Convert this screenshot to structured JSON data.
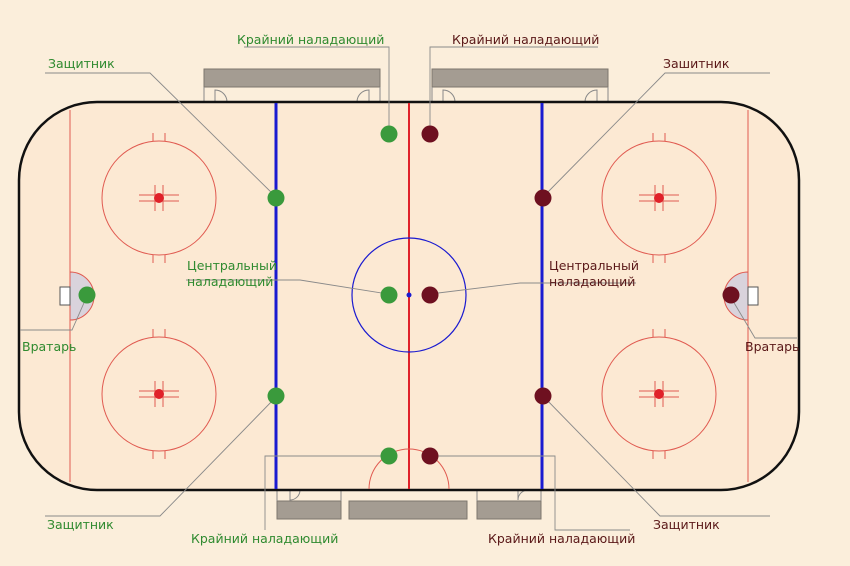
{
  "colors": {
    "background": "#fbeedb",
    "rink_fill": "#fce9d3",
    "board": "#111111",
    "blue_line": "#1a1ad0",
    "red_line": "#e0222a",
    "thin_red": "#e05a50",
    "center_circle": "#1a1ad0",
    "bench": "#a49c92",
    "team_home": "#3a9a3c",
    "team_away": "#6e1020",
    "label_home": "#2f8a2f",
    "label_away": "#5a1818",
    "leader": "#8a8a8a"
  },
  "labels": {
    "top_left_wing": "Крайний наладающий",
    "top_right_wing": "Крайний наладающий",
    "top_left_defense": "Защитник",
    "top_right_defense": "Зашитник",
    "center_left_line1": "Центральный",
    "center_left_line2": "наладающий",
    "center_right_line1": "Центральный",
    "center_right_line2": "наладающий",
    "goalie_left": "Вратарь",
    "goalie_right": "Вратарь",
    "bottom_left_defense": "Защитник",
    "bottom_right_defense": "Защитник",
    "bottom_left_wing": "Крайний наладающий",
    "bottom_right_wing": "Крайний наладающий"
  }
}
